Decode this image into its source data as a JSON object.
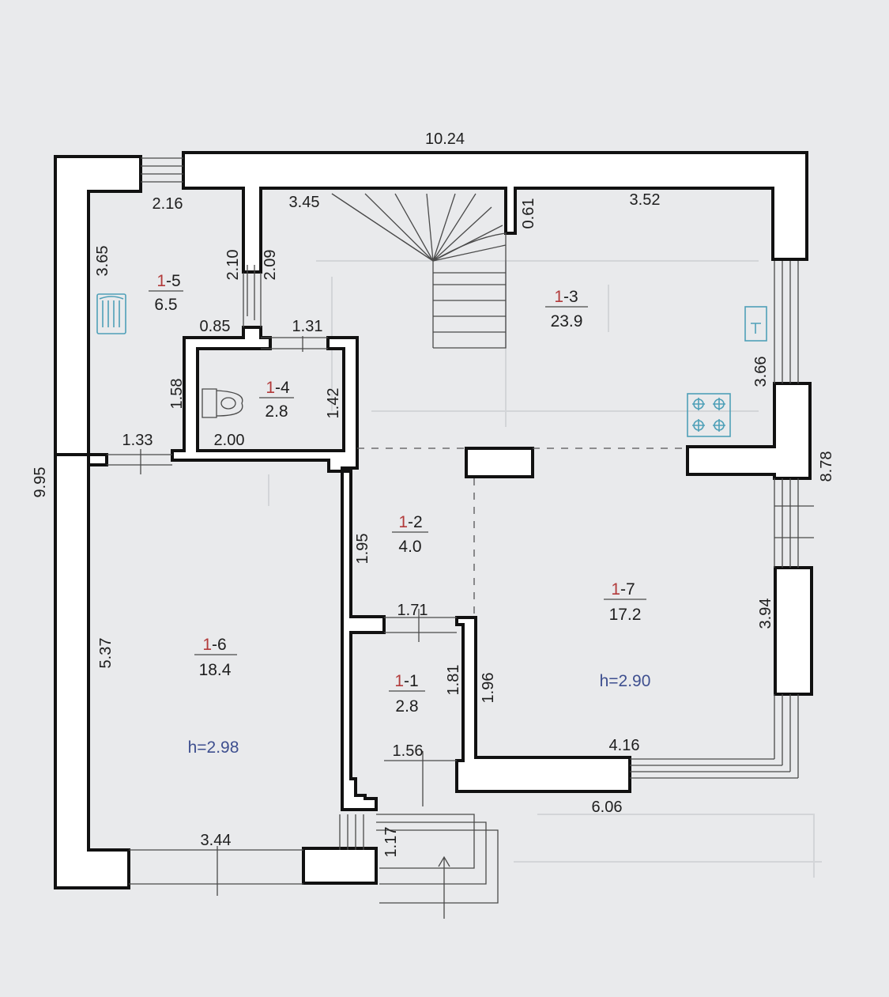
{
  "plan": {
    "overall": {
      "width": "10.24",
      "depth": "9.95",
      "right_depth": "8.78"
    },
    "rooms": [
      {
        "key": "r15",
        "floor": "1",
        "num": "5",
        "area": "6.5"
      },
      {
        "key": "r14",
        "floor": "1",
        "num": "4",
        "area": "2.8"
      },
      {
        "key": "r13",
        "floor": "1",
        "num": "3",
        "area": "23.9"
      },
      {
        "key": "r12",
        "floor": "1",
        "num": "2",
        "area": "4.0"
      },
      {
        "key": "r16",
        "floor": "1",
        "num": "6",
        "area": "18.4"
      },
      {
        "key": "r11",
        "floor": "1",
        "num": "1",
        "area": "2.8"
      },
      {
        "key": "r17",
        "floor": "1",
        "num": "7",
        "area": "17.2"
      }
    ],
    "heights": {
      "left": "h=2.98",
      "right": "h=2.90"
    },
    "dimensions": {
      "d216": "2.16",
      "d345": "3.45",
      "d061": "0.61",
      "d352": "3.52",
      "d365": "3.65",
      "d210": "2.10",
      "d209": "2.09",
      "d085": "0.85",
      "d131": "1.31",
      "d158": "1.58",
      "d142": "1.42",
      "d200": "2.00",
      "d133": "1.33",
      "d366": "3.66",
      "d195": "1.95",
      "d171": "1.71",
      "d181": "1.81",
      "d196": "1.96",
      "d156": "1.56",
      "d537": "5.37",
      "d394": "3.94",
      "d416": "4.16",
      "d606": "6.06",
      "d344": "3.44",
      "d117": "1.17"
    },
    "fixtures": [
      "radiator-icon",
      "toilet-icon",
      "stove-icon",
      "boiler-icon",
      "staircase",
      "entrance-arrow-icon"
    ]
  }
}
